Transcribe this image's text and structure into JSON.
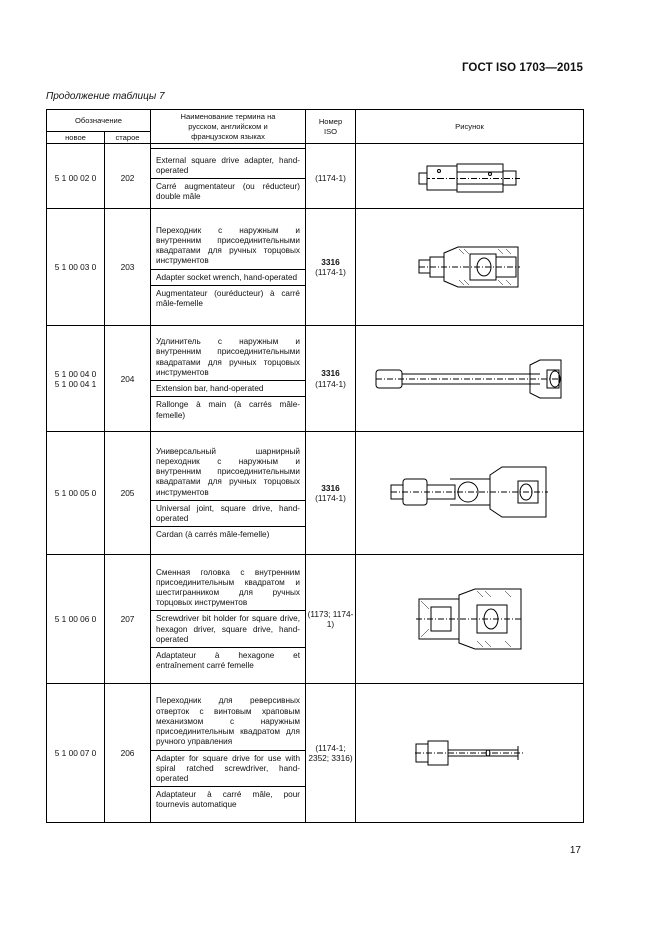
{
  "document": {
    "header": "ГОСТ ISO 1703—2015",
    "caption": "Продолжение таблицы 7",
    "page_number": "17"
  },
  "table": {
    "headers": {
      "designation": "Обозначение",
      "new": "новое",
      "old": "старое",
      "term_name": "Наименование термина на русском, английском и французском языках",
      "iso_number": "Номер ISO",
      "figure": "Рисунок"
    },
    "rows": [
      {
        "codes": [
          "5 1 00 02 0"
        ],
        "old": "202",
        "terms": [
          "External square drive adapter, hand-operated",
          "Carré augmentateur (ou réducteur) double mâle"
        ],
        "iso_bold": "",
        "iso": "(1174-1)",
        "figure_icon": "double-male-adapter-icon"
      },
      {
        "codes": [
          "5 1 00 03 0"
        ],
        "old": "203",
        "terms": [
          "Переходник с наружным и внутренним присоединительными квадратами для ручных торцовых инструментов",
          "Adapter socket wrench, hand-operated",
          "Augmentateur (ouréducteur) à carré mâle-femelle"
        ],
        "iso_bold": "3316",
        "iso": "(1174-1)",
        "figure_icon": "male-female-adapter-icon"
      },
      {
        "codes": [
          "5 1 00 04 0",
          "5 1 00 04 1"
        ],
        "old": "204",
        "terms": [
          "Удлинитель с наружным и внутренним присоединительными квадратами для ручных торцовых инструментов",
          "Extension bar, hand-operated",
          "Rallonge à main (à carrés mâle-femelle)"
        ],
        "iso_bold": "3316",
        "iso": "(1174-1)",
        "figure_icon": "extension-bar-icon"
      },
      {
        "codes": [
          "5 1 00 05 0"
        ],
        "old": "205",
        "terms": [
          "Универсальный шарнирный переходник с наружным и внутренним присоединительными квадратами для ручных торцовых инструментов",
          "Universal joint, square drive, hand-operated",
          "Cardan (à carrés mâle-femelle)"
        ],
        "iso_bold": "3316",
        "iso": "(1174-1)",
        "figure_icon": "universal-joint-icon"
      },
      {
        "codes": [
          "5 1 00 06 0"
        ],
        "old": "207",
        "terms": [
          "Сменная головка с внутренним присоединительным квадратом и шестигранником для ручных торцовых инструментов",
          "Screwdriver bit holder for square drive, hexagon driver, square drive, hand-operated",
          "Adaptateur à hexagone et entraînement carré femelle"
        ],
        "iso_bold": "",
        "iso": "(1173; 1174-1)",
        "figure_icon": "bit-holder-icon"
      },
      {
        "codes": [
          "5 1 00 07 0"
        ],
        "old": "206",
        "terms": [
          "Переходник для реверсивных отверток с винтовым храповым механизмом с наружным присоединительным квадратом для ручного управления",
          "Adapter for square drive for use with spiral ratched screwdriver, hand-operated",
          "Adaptateur à carré mâle, pour tournevis automatique"
        ],
        "iso_bold": "",
        "iso": "(1174-1; 2352; 3316)",
        "figure_icon": "spiral-screwdriver-adapter-icon"
      }
    ]
  }
}
